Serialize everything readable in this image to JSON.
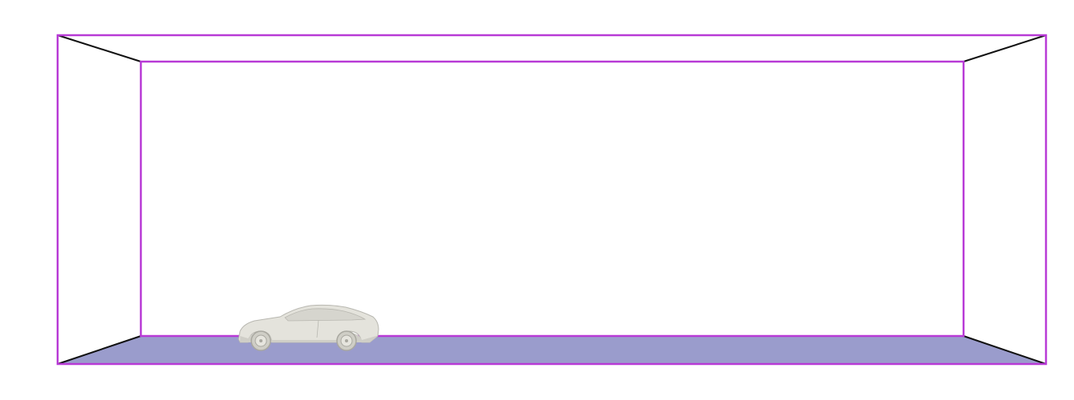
{
  "scene": {
    "background_color": "#ffffff",
    "colors": {
      "domain_edge": "#b83ad6",
      "perspective_edge": "#111111",
      "ground_plane": "#9a9ccc",
      "car_body": "#e4e3dc",
      "car_shadow": "#b8b7b0",
      "car_window": "#d6d5ce",
      "wheel": "#cfcec6",
      "wheel_rim": "#a9a8a0"
    },
    "objects": [
      "wind-tunnel-domain",
      "ground-plane",
      "car-model"
    ]
  }
}
